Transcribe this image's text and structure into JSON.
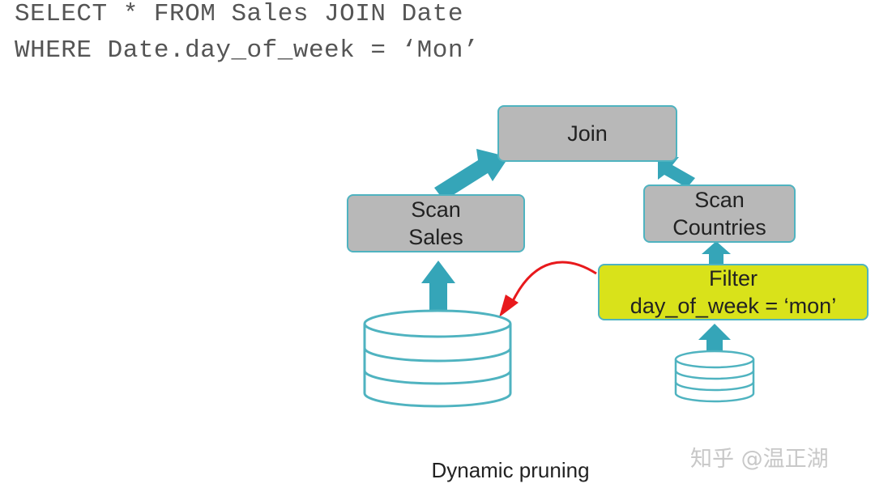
{
  "sql": {
    "line1": "SELECT * FROM Sales JOIN Date",
    "line2": "WHERE Date.day_of_week = ‘Mon’"
  },
  "nodes": {
    "join": "Join",
    "scan_sales": [
      "Scan",
      "Sales"
    ],
    "scan_countries": [
      "Scan",
      "Countries"
    ],
    "filter": [
      "Filter",
      "day_of_week = ‘mon’"
    ]
  },
  "caption": "Dynamic pruning",
  "watermark": "知乎 @温正湖",
  "colors": {
    "node_fill": "#b8b8b8",
    "node_border": "#4fb3c0",
    "filter_fill": "#d9e21a",
    "arrow": "#35a5b8",
    "pruning_arrow": "#e8191c",
    "cylinder": "#4fb3c0"
  }
}
